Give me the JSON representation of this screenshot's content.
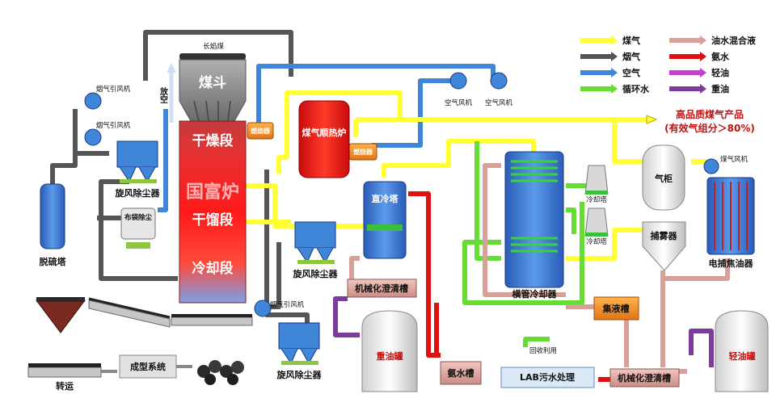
{
  "colors": {
    "coal_gas": "#ffff33",
    "flue_gas": "#555555",
    "air": "#3f86d8",
    "circulating_water": "#66dd33",
    "oil_water": "#d7a19a",
    "ammonia_water": "#e01010",
    "light_oil": "#c040d0",
    "heavy_oil": "#7b3c9c"
  },
  "legend": [
    {
      "label": "煤气",
      "color_key": "coal_gas"
    },
    {
      "label": "烟气",
      "color_key": "flue_gas"
    },
    {
      "label": "空气",
      "color_key": "air"
    },
    {
      "label": "循环水",
      "color_key": "circulating_water"
    },
    {
      "label": "油水混合液",
      "color_key": "oil_water"
    },
    {
      "label": "氨水",
      "color_key": "ammonia_water"
    },
    {
      "label": "轻油",
      "color_key": "light_oil"
    },
    {
      "label": "重油",
      "color_key": "heavy_oil"
    }
  ],
  "product": {
    "line1": "高品质煤气产品",
    "line2": "(有效气组分＞80%)"
  },
  "furnace": {
    "hopper_label": "煤斗",
    "top_coal_label": "长焰煤",
    "vent_label": "放空",
    "sections": [
      "干燥段",
      "国富炉",
      "干馏段",
      "冷却段"
    ]
  },
  "labels": {
    "burner_left": "燃烧器",
    "burner_right": "燃烧器",
    "hot_blast": "煤气顺热炉",
    "direct_cooling": "直冷塔",
    "tube_cooler": "横管冷却器",
    "cooling_tower_a": "冷却塔",
    "cooling_tower_b": "冷却塔",
    "gas_holder": "气柜",
    "mist_catcher": "捕雾器",
    "electro_tar": "电捕焦油器",
    "gas_fan": "煤气风机",
    "air_fan_a": "空气风机",
    "air_fan_b": "空气风机",
    "flue_fan_top": "烟气引风机",
    "flue_fan_mid": "烟气引风机",
    "flue_fan_right": "烟气引风机",
    "cyclone_a": "旋风除尘器",
    "cyclone_b": "旋风除尘器",
    "cyclone_c": "旋风除尘器",
    "bag_filter": "布袋除尘",
    "desulfur": "脱硫塔",
    "clarifier_a": "机械化澄清槽",
    "clarifier_b": "机械化澄清槽",
    "heavy_oil_tank": "重油罐",
    "ammonia_tank": "氨水槽",
    "collect_tank": "集液槽",
    "lab_treatment": "LAB污水处理",
    "recycle": "回收利用",
    "light_oil_tank": "轻油罐",
    "forming": "成型系统",
    "transport": "转运"
  }
}
